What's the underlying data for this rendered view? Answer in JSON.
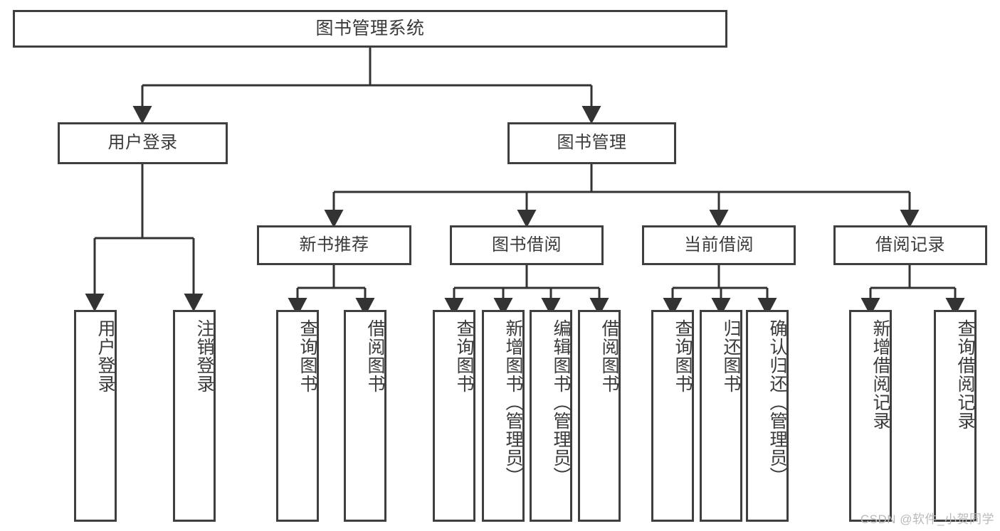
{
  "diagram": {
    "title": "图书管理系统",
    "type": "tree-hierarchy",
    "line_color": "#3f3f3f",
    "text_color": "#3a3a3a",
    "background": "#ffffff",
    "root": {
      "label": "图书管理系统"
    },
    "level2": [
      {
        "label": "用户登录"
      },
      {
        "label": "图书管理"
      }
    ],
    "level3": [
      {
        "label": "新书推荐"
      },
      {
        "label": "图书借阅"
      },
      {
        "label": "当前借阅"
      },
      {
        "label": "借阅记录"
      }
    ],
    "leaves": {
      "user_login": [
        {
          "label": "用户登录"
        },
        {
          "label": "注销登录"
        }
      ],
      "new_book_recommend": [
        {
          "label": "查询图书"
        },
        {
          "label": "借阅图书"
        }
      ],
      "book_borrow": [
        {
          "label": "查询图书"
        },
        {
          "label": "新增图书（管理员）"
        },
        {
          "label": "编辑图书（管理员）"
        },
        {
          "label": "借阅图书"
        }
      ],
      "current_borrow": [
        {
          "label": "查询图书"
        },
        {
          "label": "归还图书"
        },
        {
          "label": "确认归还（管理员）"
        }
      ],
      "borrow_record": [
        {
          "label": "新增借阅记录"
        },
        {
          "label": "查询借阅记录"
        }
      ]
    }
  },
  "watermark": {
    "text": "CSDN @软件_小贺同学"
  }
}
